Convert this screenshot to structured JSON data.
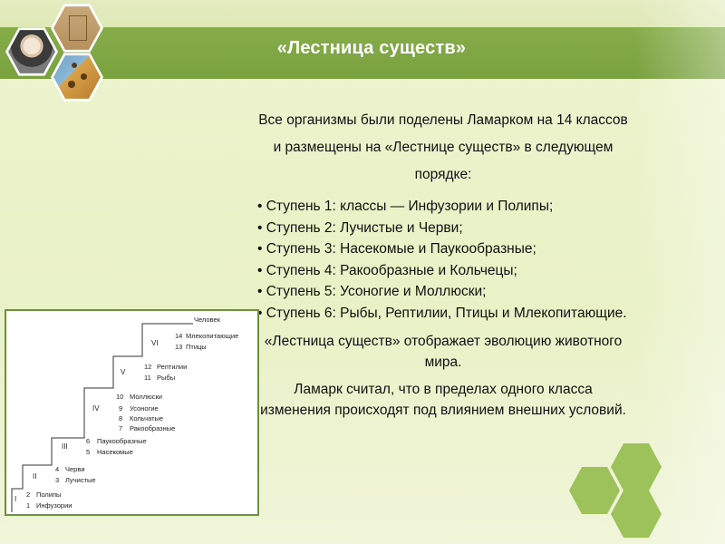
{
  "slide": {
    "title": "«Лестница существ»",
    "colors": {
      "title_bar": "#7fa744",
      "background": "#eef4cf",
      "hex": "#9dc25c"
    },
    "portraits": [
      "lamarck-portrait",
      "book-cover",
      "giraffe"
    ]
  },
  "content": {
    "intro": "Все организмы были поделены Ламарком на 14 классов и размещены на «Лестнице существ» в следующем порядке:",
    "steps": [
      "• Ступень 1: классы — Инфузории и Полипы;",
      "• Ступень 2: Лучистые и Черви;",
      "• Ступень 3: Насекомые и Паукообразные;",
      "• Ступень 4: Ракообразные и Кольчецы;",
      "• Ступень 5: Усоногие и Моллюски;",
      "• Ступень 6: Рыбы, Рептилии, Птицы и Млекопитающие."
    ],
    "evolution_note": "«Лестница существ» отображает эволюцию животного мира.",
    "conclusion": "Ламарк считал, что в пределах одного класса изменения происходят под влиянием внешних условий."
  },
  "diagram": {
    "top_label": "Человек",
    "steps": [
      {
        "roman": "I",
        "classes": [
          {
            "n": "1",
            "name": "Инфузории"
          },
          {
            "n": "2",
            "name": "Полипы"
          }
        ]
      },
      {
        "roman": "II",
        "classes": [
          {
            "n": "3",
            "name": "Лучистые"
          },
          {
            "n": "4",
            "name": "Черви"
          }
        ]
      },
      {
        "roman": "III",
        "classes": [
          {
            "n": "5",
            "name": "Насекомые"
          },
          {
            "n": "6",
            "name": "Паукообразные"
          }
        ]
      },
      {
        "roman": "IV",
        "classes": [
          {
            "n": "7",
            "name": "Ракообразные"
          },
          {
            "n": "8",
            "name": "Кольчатые"
          },
          {
            "n": "9",
            "name": "Усоногие"
          },
          {
            "n": "10",
            "name": "Моллюски"
          }
        ]
      },
      {
        "roman": "V",
        "classes": [
          {
            "n": "11",
            "name": "Рыбы"
          },
          {
            "n": "12",
            "name": "Рептилии"
          }
        ]
      },
      {
        "roman": "VI",
        "classes": [
          {
            "n": "13",
            "name": "Птицы"
          },
          {
            "n": "14",
            "name": "Млекопитающие"
          }
        ]
      }
    ]
  }
}
